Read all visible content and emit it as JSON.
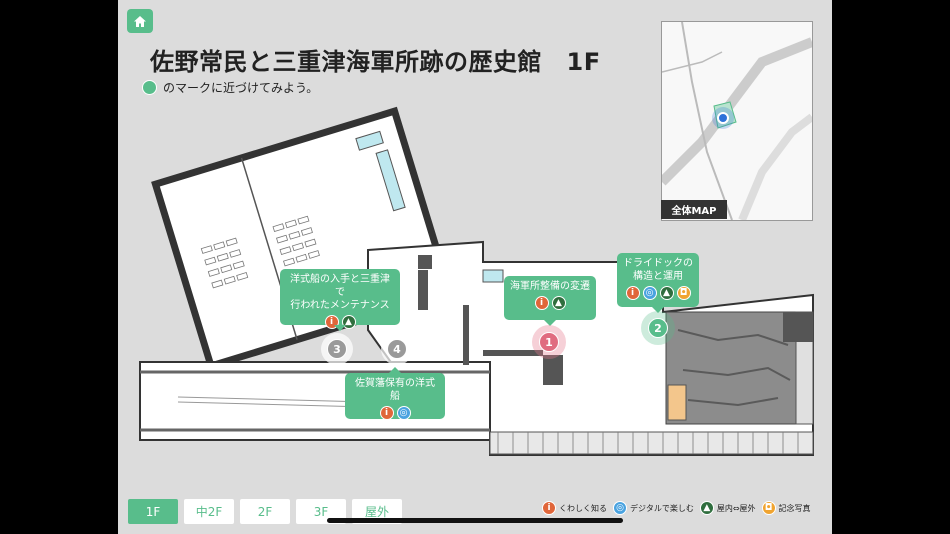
{
  "header": {
    "title": "佐野常民と三重津海軍所跡の歴史館　1F",
    "subtitle": "のマークに近づけてみよう。"
  },
  "minimap": {
    "label": "全体MAP"
  },
  "callouts": [
    {
      "id": "3-4",
      "line1": "洋式船の入手と三重津で",
      "line2": "行われたメンテナンス",
      "icons": [
        "info",
        "outdoor"
      ]
    },
    {
      "id": "4b",
      "line1": "佐賀藩保有の洋式船",
      "icons": [
        "info",
        "digital"
      ]
    },
    {
      "id": "1",
      "line1": "海軍所整備の変遷",
      "icons": [
        "info",
        "outdoor"
      ]
    },
    {
      "id": "2",
      "line1": "ドライドックの",
      "line2": "構造と運用",
      "icons": [
        "info",
        "digital",
        "outdoor",
        "photo"
      ]
    }
  ],
  "markers": [
    {
      "number": "1",
      "kind": "active"
    },
    {
      "number": "2",
      "kind": "nearby"
    },
    {
      "number": "3",
      "kind": "far"
    },
    {
      "number": "4",
      "kind": "far"
    }
  ],
  "floor_tabs": [
    {
      "label": "1F",
      "active": true
    },
    {
      "label": "中2F",
      "active": false
    },
    {
      "label": "2F",
      "active": false
    },
    {
      "label": "3F",
      "active": false
    },
    {
      "label": "屋外",
      "active": false
    }
  ],
  "legend": [
    {
      "icon": "info",
      "glyph": "i",
      "label": "くわしく知る",
      "color": "#e0663a"
    },
    {
      "icon": "digital",
      "glyph": "◎",
      "label": "デジタルで楽しむ",
      "color": "#4aa3e0"
    },
    {
      "icon": "outdoor",
      "glyph": "▲",
      "label": "屋内⇔屋外",
      "color": "#2f6e3e"
    },
    {
      "icon": "photo",
      "glyph": "◘",
      "label": "記念写真",
      "color": "#f0a430"
    }
  ],
  "colors": {
    "accent": "#58bd8b",
    "background": "#dcdcdc"
  }
}
